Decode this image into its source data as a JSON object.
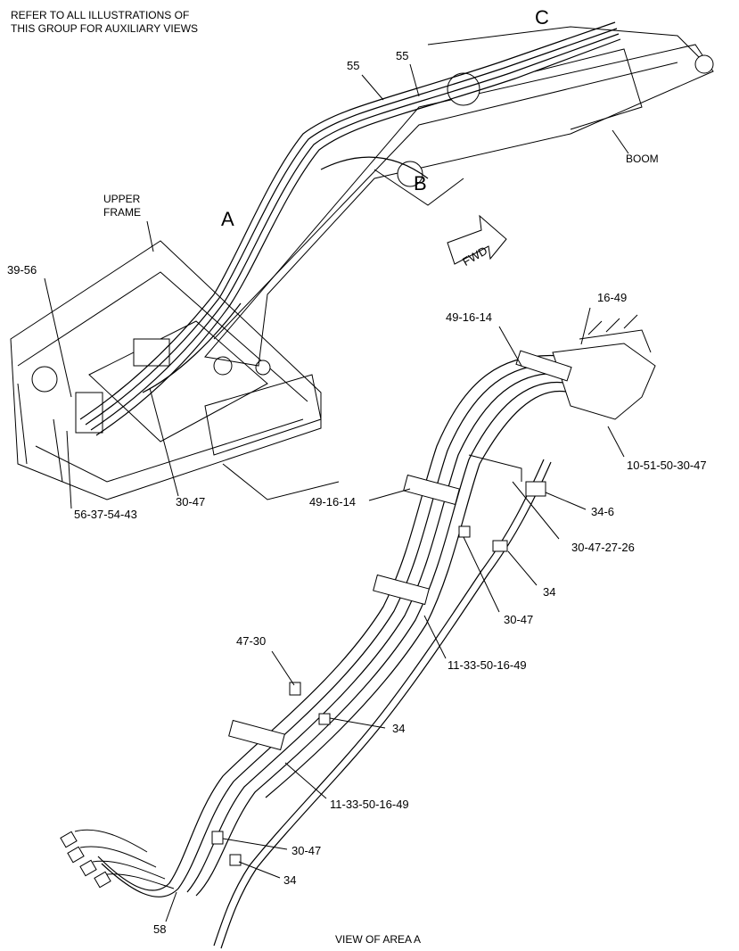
{
  "header_note": [
    "REFER TO ALL ILLUSTRATIONS OF",
    "THIS GROUP FOR AUXILIARY VIEWS"
  ],
  "area_letters": {
    "a": "A",
    "b": "B",
    "c": "C"
  },
  "component_labels": {
    "boom": "BOOM",
    "upper_frame": [
      "UPPER",
      "FRAME"
    ],
    "fwd": "FWD"
  },
  "callouts_main": {
    "c55a": "55",
    "c55b": "55",
    "c39_56": "39-56",
    "c56_37_54_43": "56-37-54-43",
    "c30_47": "30-47"
  },
  "callouts_detail": {
    "c16_49": "16-49",
    "c49_16_14a": "49-16-14",
    "c10_51_50_30_47": "10-51-50-30-47",
    "c49_16_14b": "49-16-14",
    "c34_6": "34-6",
    "c30_47_27_26": "30-47-27-26",
    "c34a": "34",
    "c30_47a": "30-47",
    "c47_30": "47-30",
    "c11_33_50_16_49a": "11-33-50-16-49",
    "c34b": "34",
    "c11_33_50_16_49b": "11-33-50-16-49",
    "c30_47b": "30-47",
    "c34c": "34",
    "c58": "58"
  },
  "view_caption": "VIEW OF AREA  A"
}
